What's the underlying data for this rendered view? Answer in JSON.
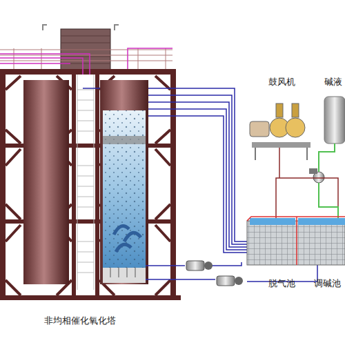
{
  "diagram": {
    "labels": [
      "鼓风机",
      "碱液",
      "脱气池",
      "调碱池",
      "非均相催化氧化塔"
    ]
  }
}
